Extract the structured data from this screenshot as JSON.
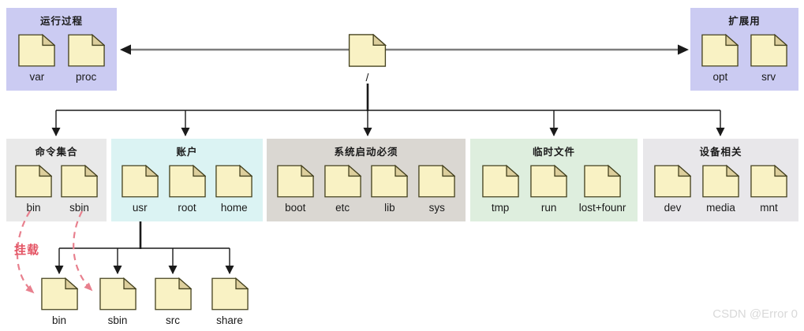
{
  "root_label": "/",
  "mount_label": "挂载",
  "watermark": "CSDN @Error 0",
  "groups": [
    {
      "title": "运行过程",
      "items": [
        "var",
        "proc"
      ]
    },
    {
      "title": "扩展用",
      "items": [
        "opt",
        "srv"
      ]
    },
    {
      "title": "命令集合",
      "items": [
        "bin",
        "sbin"
      ]
    },
    {
      "title": "账户",
      "items": [
        "usr",
        "root",
        "home"
      ]
    },
    {
      "title": "系统启动必须",
      "items": [
        "boot",
        "etc",
        "lib",
        "sys"
      ]
    },
    {
      "title": "临时文件",
      "items": [
        "tmp",
        "run",
        "lost+founr"
      ]
    },
    {
      "title": "设备相关",
      "items": [
        "dev",
        "media",
        "mnt"
      ]
    }
  ],
  "usr_children": [
    "bin",
    "sbin",
    "src",
    "share"
  ],
  "colors": {
    "group_top": "#cbcbf2",
    "group_cmd": "#e9e9e9",
    "group_acct": "#dbf3f3",
    "group_boot": "#dad7d2",
    "group_tmp": "#deeede",
    "group_dev": "#e8e7ea",
    "doc_fill": "#f9f2c4",
    "doc_fold": "#ddcf9d",
    "doc_stroke": "#45421f",
    "line_black": "#1a1a1a",
    "line_gray": "#7d7d7d",
    "mount_red": "#e8808e"
  }
}
